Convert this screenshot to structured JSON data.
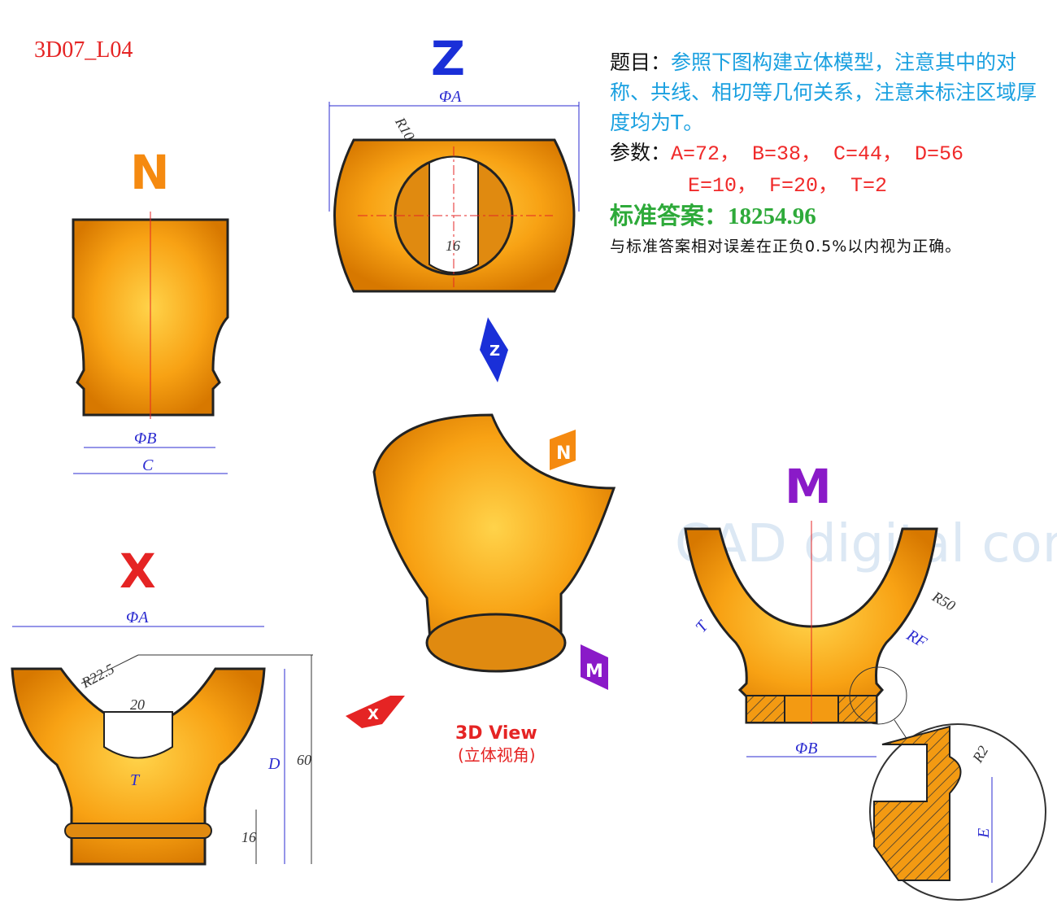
{
  "code": "3D07_L04",
  "info": {
    "title_label": "题目：",
    "title_text": "参照下图构建立体模型，注意其中的对称、共线、相切等几何关系，注意未标注区域厚度均为T。",
    "params_label": "参数：",
    "params_line1": "A=72， B=38， C=44， D=56",
    "params_line2": "E=10， F=20， T=2",
    "answer_label": "标准答案：",
    "answer_value": "18254.96",
    "note": "与标准答案相对误差在正负0.5%以内视为正确。"
  },
  "views": {
    "z": "Z",
    "n": "N",
    "x": "X",
    "m": "M"
  },
  "dims": {
    "z_phiA": "ΦA",
    "z_r10": "R10",
    "z_16": "16",
    "n_phiB": "ΦB",
    "n_c": "C",
    "x_phiA": "ΦA",
    "x_r225": "R22.5",
    "x_20": "20",
    "x_t": "T",
    "x_d": "D",
    "x_60": "60",
    "x_16": "16",
    "m_r50": "R50",
    "m_rf": "RF",
    "m_t": "T",
    "m_phiB": "ΦB",
    "m_r2": "R2",
    "m_e": "E"
  },
  "view3d": {
    "title": "3D View",
    "subtitle": "(立体视角)",
    "arrow_z": "Z",
    "arrow_n": "N",
    "arrow_m": "M",
    "arrow_x": "X"
  },
  "watermark": "CAD digital competition",
  "colors": {
    "part": "#f39a12",
    "dim": "#2b2bd0",
    "red": "#e52424"
  }
}
